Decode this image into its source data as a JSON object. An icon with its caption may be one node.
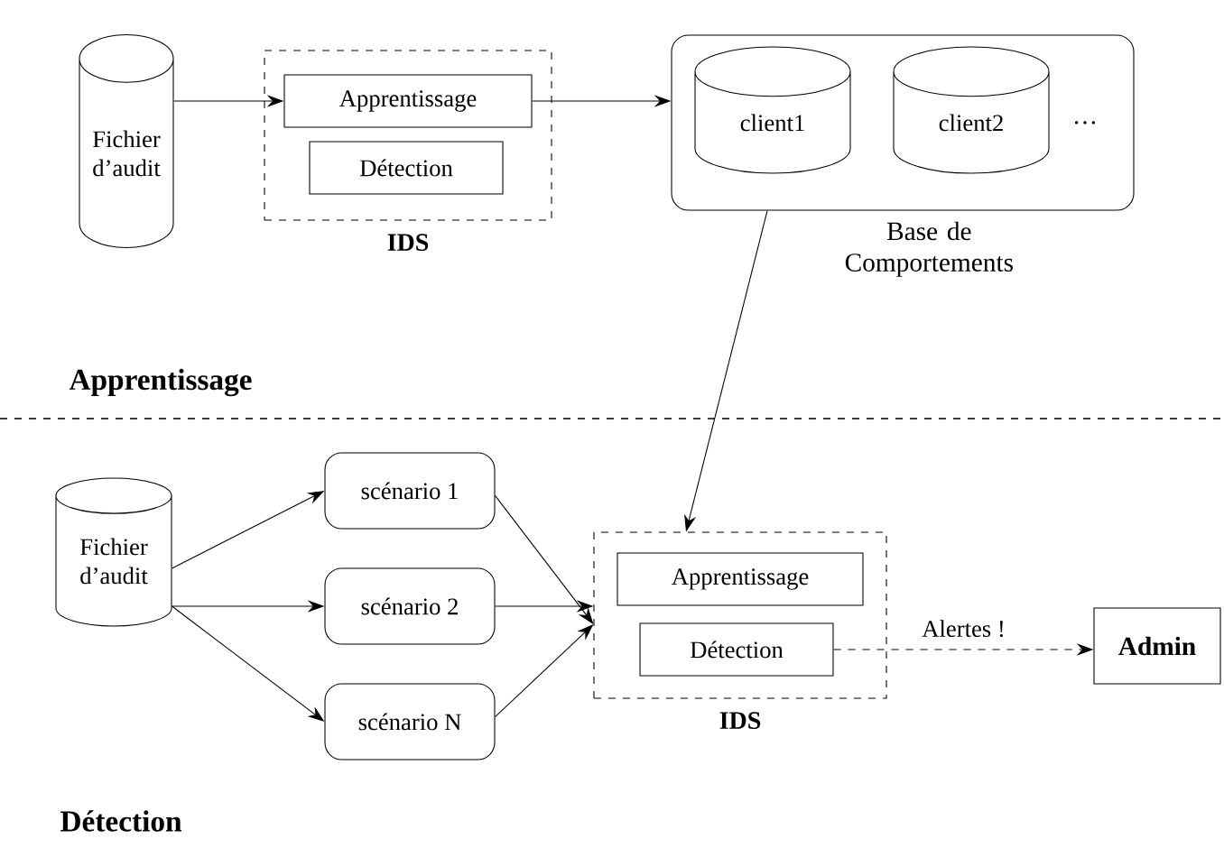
{
  "diagram": {
    "nodes": [
      {
        "text": [
          "Fichier d’audit"
        ]
      },
      {
        "text": [
          "IDS"
        ]
      },
      {
        "text": [
          "Apprentissage"
        ],
        "in": 1
      },
      {
        "text": [
          "Détection"
        ],
        "in": 1
      },
      {
        "text": [
          "Base de Comportements"
        ]
      },
      {
        "text": [
          "client1"
        ],
        "in": 4
      },
      {
        "text": [
          "client2"
        ],
        "in": 4
      },
      {
        "text": [
          "Fichier d’audit"
        ]
      },
      {
        "text": [
          "scénario 1"
        ]
      },
      {
        "text": [
          "scénario 2"
        ]
      },
      {
        "text": [
          "scénario N"
        ]
      },
      {
        "text": [
          "IDS"
        ]
      },
      {
        "text": [
          "Apprentissage"
        ],
        "in": 11
      },
      {
        "text": [
          "Détection"
        ],
        "in": 11
      },
      {
        "text": [
          "Admin"
        ]
      }
    ],
    "edges": [
      {
        "from": 0,
        "to": 2,
        "arrow": "to"
      },
      {
        "from": 2,
        "to": 4,
        "arrow": "to"
      },
      {
        "from": 4,
        "to": 11,
        "arrow": "to"
      },
      {
        "from": 7,
        "to": 8,
        "arrow": "to"
      },
      {
        "from": 7,
        "to": 9,
        "arrow": "to"
      },
      {
        "from": 7,
        "to": 10,
        "arrow": "to"
      },
      {
        "from": 8,
        "to": 11,
        "arrow": "to"
      },
      {
        "from": 9,
        "to": 11,
        "arrow": "to"
      },
      {
        "from": 10,
        "to": 11,
        "arrow": "to"
      },
      {
        "from": 13,
        "to": 14,
        "arrow": "to",
        "style": "dashed",
        "label": "Alertes !"
      }
    ],
    "labels": [
      "…",
      "Apprentissage",
      "Détection"
    ]
  }
}
